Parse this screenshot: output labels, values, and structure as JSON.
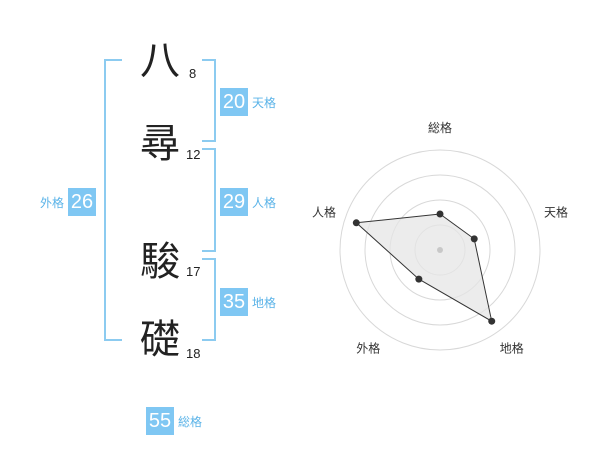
{
  "name_chars": [
    {
      "char": "八",
      "strokes": "8"
    },
    {
      "char": "尋",
      "strokes": "12"
    },
    {
      "char": "駿",
      "strokes": "17"
    },
    {
      "char": "礎",
      "strokes": "18"
    }
  ],
  "scores": {
    "tenkaku": {
      "label": "天格",
      "value": "20"
    },
    "jinkaku": {
      "label": "人格",
      "value": "29"
    },
    "chikaku": {
      "label": "地格",
      "value": "35"
    },
    "gaikaku": {
      "label": "外格",
      "value": "26"
    },
    "soukaku": {
      "label": "総格",
      "value": "55"
    }
  },
  "colors": {
    "accent": "#7fc7f3",
    "bracket": "#8ccbf0",
    "label_text": "#5ab3e8",
    "radar_fill": "#e6e6e6"
  },
  "chart_data": {
    "type": "radar",
    "axes": [
      "総格",
      "天格",
      "地格",
      "外格",
      "人格"
    ],
    "values": [
      0.36,
      0.36,
      0.88,
      0.36,
      0.88
    ],
    "rings": 4,
    "grid": true
  }
}
